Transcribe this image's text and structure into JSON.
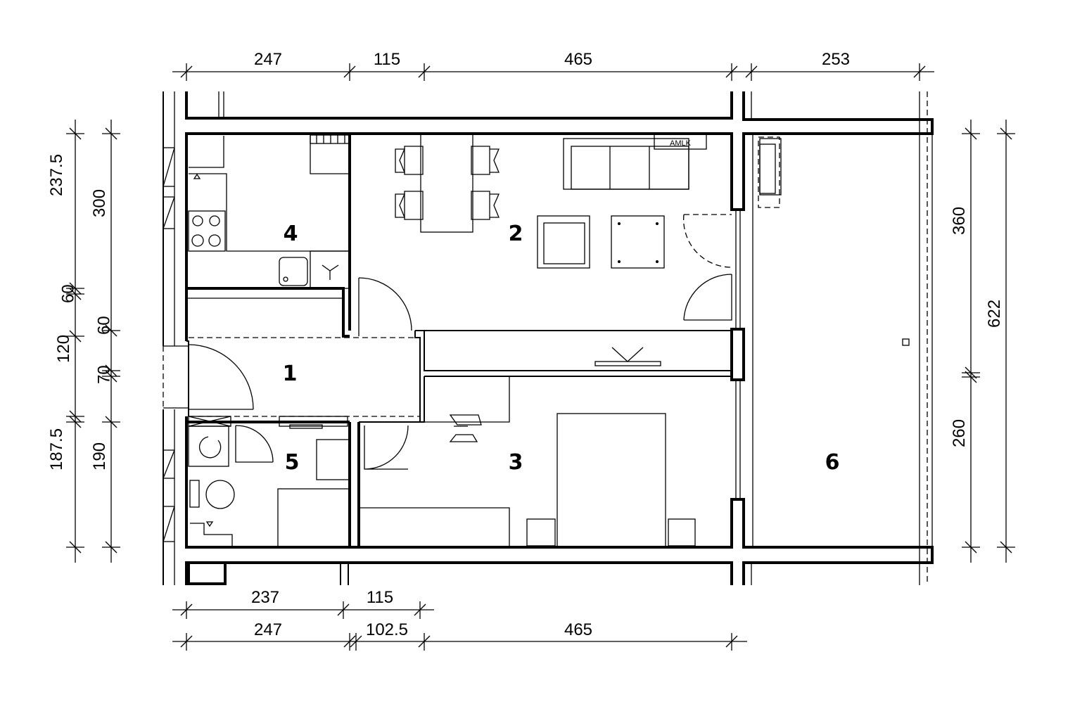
{
  "plan": {
    "dims_top": [
      "247",
      "115",
      "465",
      "253"
    ],
    "dims_bottom_1": [
      "237",
      "115"
    ],
    "dims_bottom_2": [
      "247",
      "102.5",
      "465"
    ],
    "dims_left_outer": [
      "237.5",
      "60",
      "120",
      "187.5"
    ],
    "dims_left_inner": [
      "300",
      "60",
      "70",
      "190"
    ],
    "dims_right_inner": [
      "360",
      "260"
    ],
    "dims_right_outer": [
      "622"
    ],
    "rooms": [
      "1",
      "2",
      "3",
      "4",
      "5",
      "6"
    ],
    "appliance_label": "AMLK"
  }
}
